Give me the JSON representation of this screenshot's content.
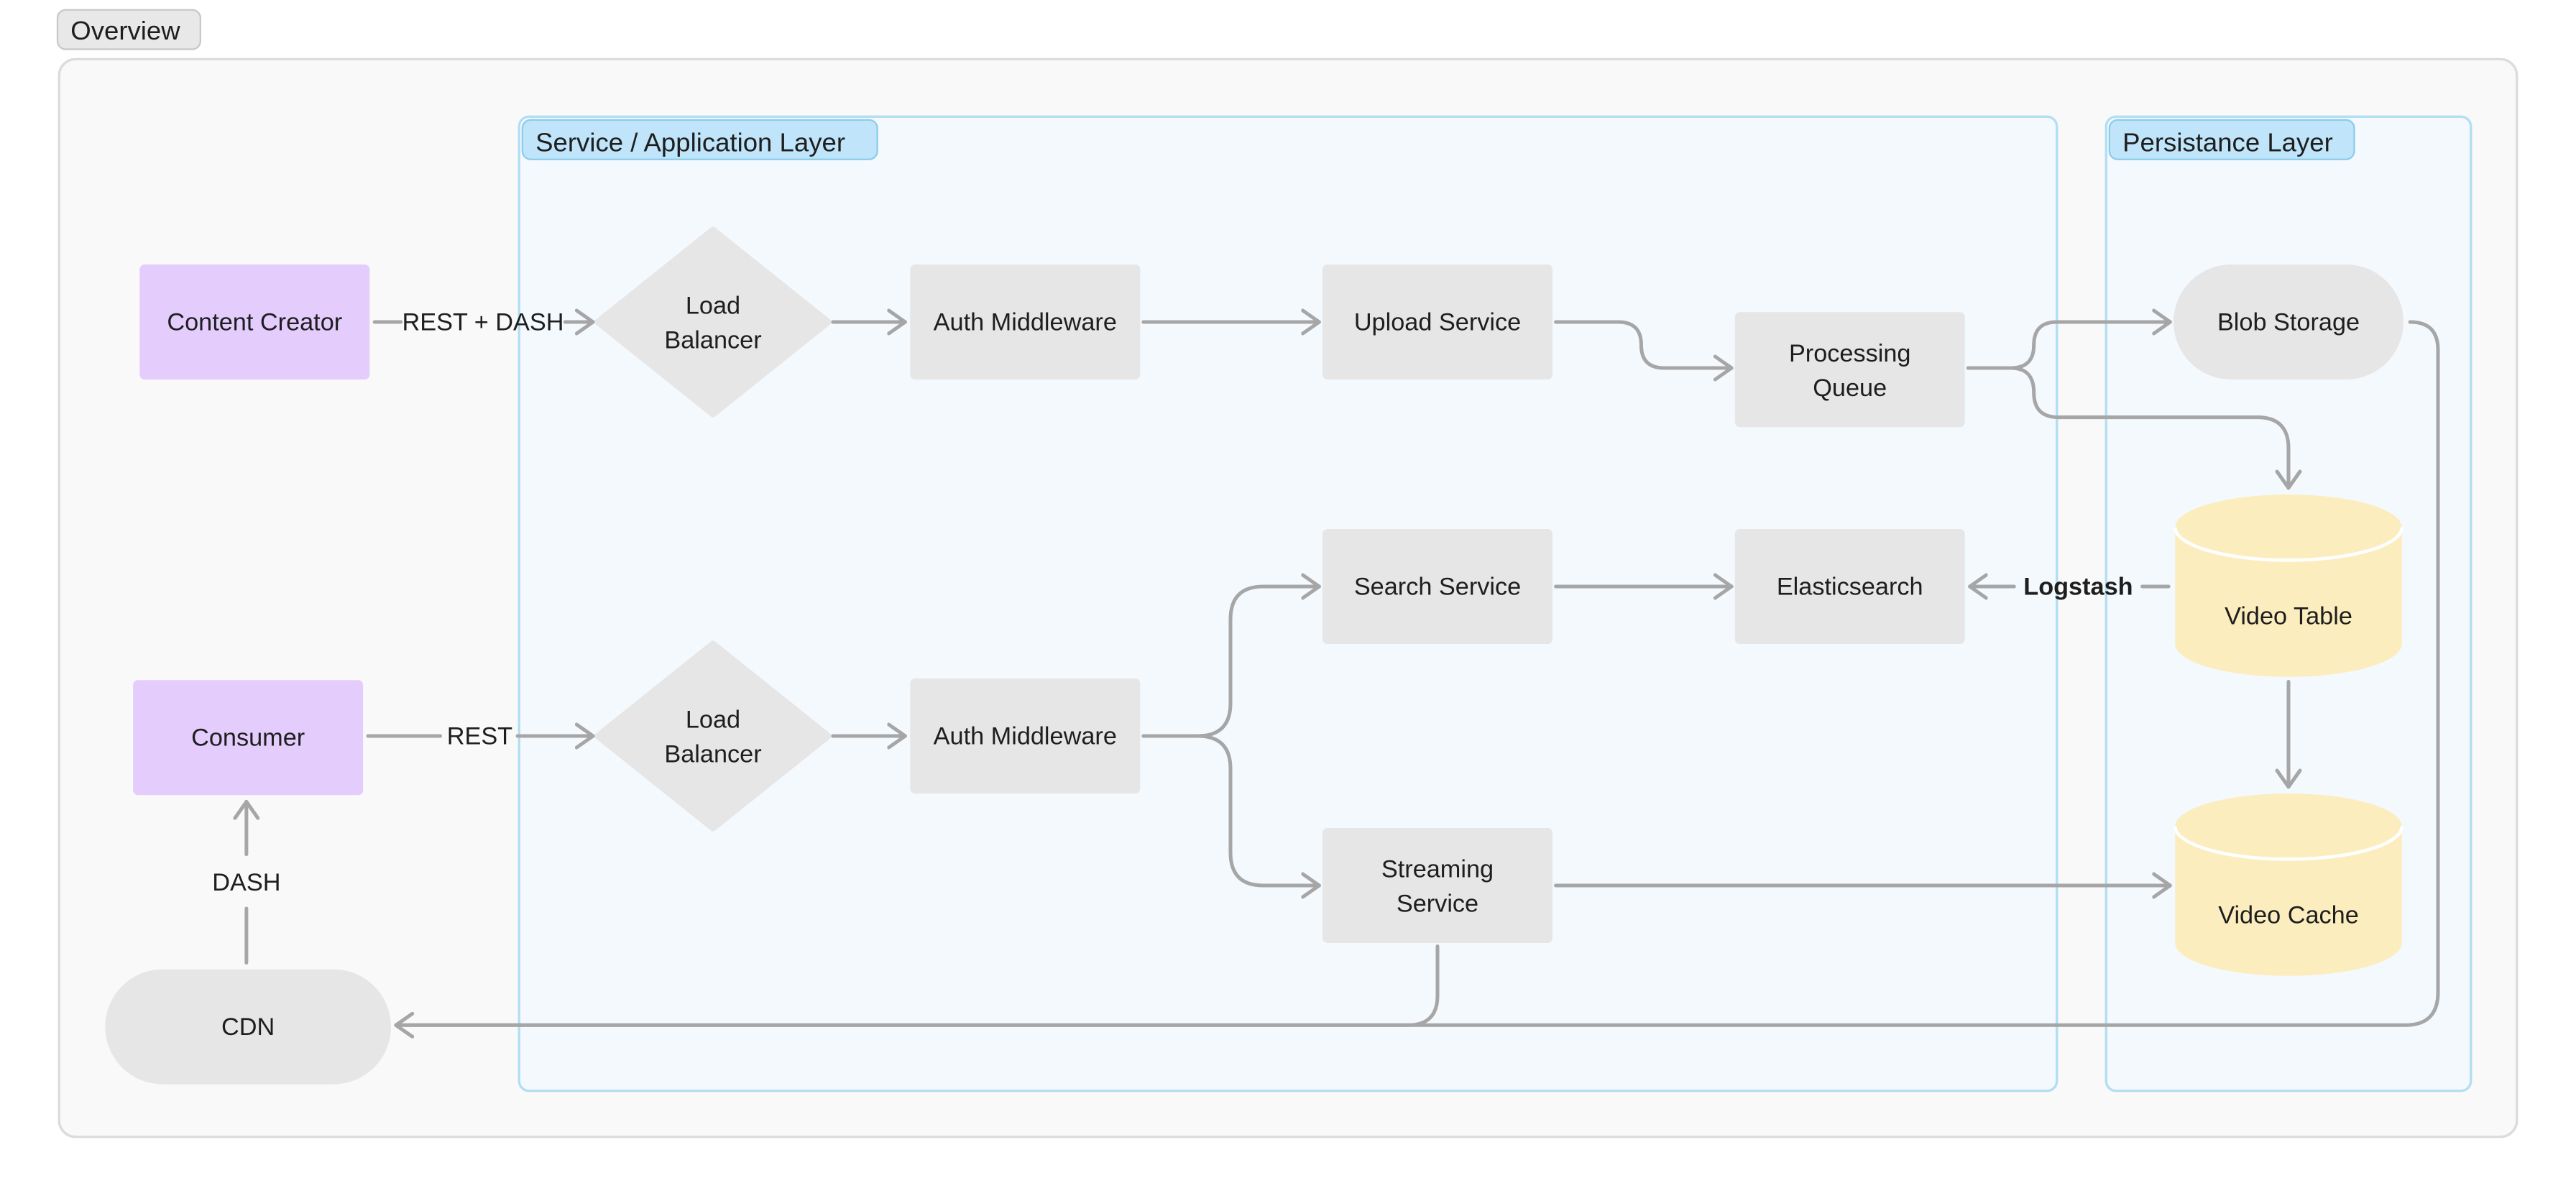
{
  "overview": {
    "title": "Overview"
  },
  "groups": {
    "service": {
      "title": "Service / Application Layer"
    },
    "persistence": {
      "title": "Persistance Layer"
    }
  },
  "nodes": {
    "content_creator": {
      "label": "Content Creator"
    },
    "consumer": {
      "label": "Consumer"
    },
    "cdn": {
      "label": "CDN"
    },
    "lb_top": {
      "line1": "Load",
      "line2": "Balancer"
    },
    "lb_bottom": {
      "line1": "Load",
      "line2": "Balancer"
    },
    "auth_top": {
      "label": "Auth Middleware"
    },
    "auth_bottom": {
      "label": "Auth Middleware"
    },
    "upload_service": {
      "label": "Upload Service"
    },
    "processing_queue": {
      "line1": "Processing",
      "line2": "Queue"
    },
    "search_service": {
      "label": "Search Service"
    },
    "elasticsearch": {
      "label": "Elasticsearch"
    },
    "streaming_service": {
      "line1": "Streaming",
      "line2": "Service"
    },
    "blob_storage": {
      "label": "Blob Storage"
    },
    "video_table": {
      "label": "Video Table"
    },
    "video_cache": {
      "label": "Video Cache"
    }
  },
  "edges": {
    "creator_to_lb": "REST + DASH",
    "consumer_to_lb": "REST",
    "cdn_to_consumer": "DASH",
    "videotable_to_elasticsearch": "Logstash"
  },
  "colors": {
    "actor": "#E4CCFD",
    "node": "#E6E6E6",
    "cylinder": "#FCEDBE",
    "group_fill": "#F4F9FE",
    "group_border": "#B3DEF3",
    "group_title_fill": "#C0E5FB",
    "frame_fill": "#F9F9F9",
    "frame_border": "#DCDCDC",
    "edge": "#A6A6A6",
    "text": "#1E1E1E"
  }
}
